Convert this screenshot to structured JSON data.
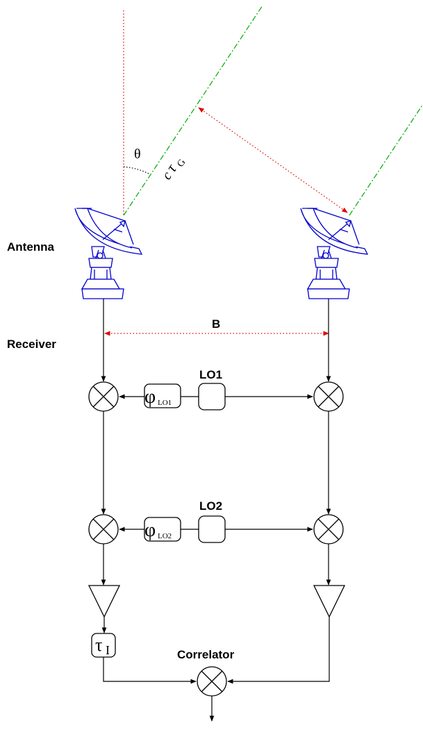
{
  "labels": {
    "antenna": "Antenna",
    "receiver": "Receiver",
    "baseline": "B",
    "theta": "θ",
    "delay_c": "c",
    "delay_tau": "τ",
    "delay_sub": "G",
    "lo1": "LO1",
    "lo2": "LO2",
    "phi": "φ",
    "phi_lo1_sub": "LO1",
    "phi_lo2_sub": "LO2",
    "tau_i": "τ",
    "tau_i_sub": "I",
    "correlator": "Correlator"
  },
  "colors": {
    "signal_lines": "#000000",
    "antenna": "#0000cc",
    "geometry_dotted": "#dd0000",
    "wavefront": "#00aa00"
  }
}
